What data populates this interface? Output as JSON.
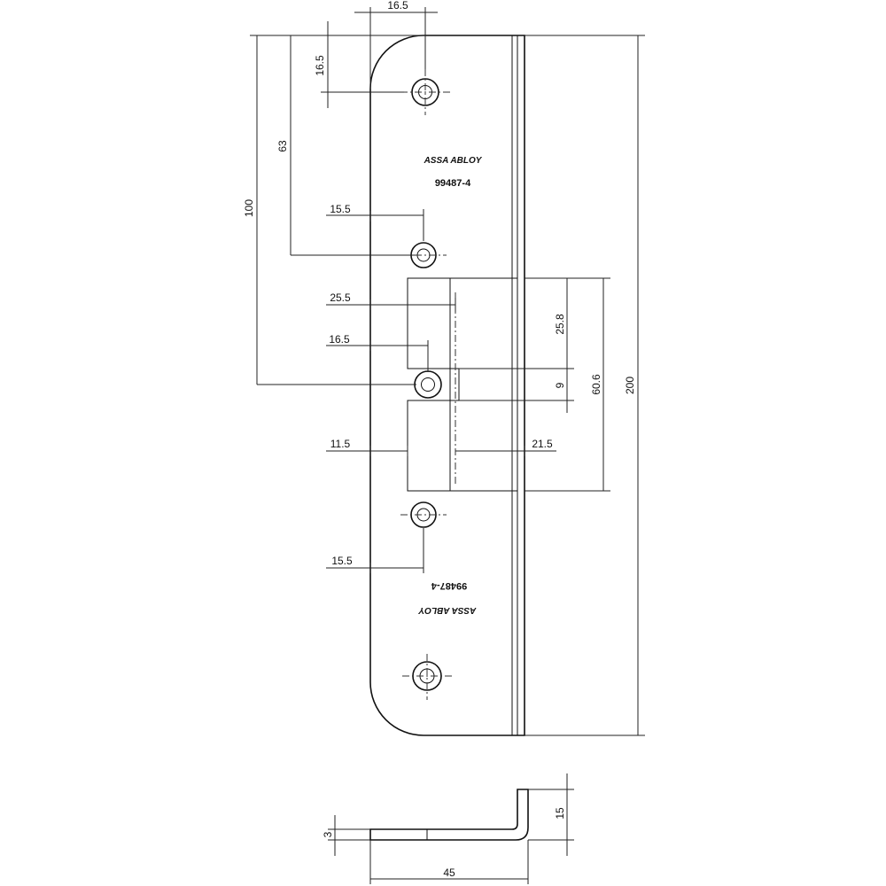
{
  "marking": {
    "brand": "ASSA ABLOY",
    "part_number": "99487-4"
  },
  "dimensions": {
    "top_hole_offset_h": "16.5",
    "top_hole_offset_v": "16.5",
    "second_hole_v": "63",
    "center_hole_v": "100",
    "plate_length": "200",
    "hole_offset_upper": "15.5",
    "cutout_depth": "25.5",
    "center_hole_offset": "16.5",
    "cutout_edge_offset": "11.5",
    "lip_width": "21.5",
    "cutout_upper_height": "25.8",
    "slot_height": "9",
    "cutout_total_height": "60.6",
    "hole_offset_lower": "15.5",
    "thickness": "3",
    "lip_height": "15",
    "profile_width": "45"
  }
}
